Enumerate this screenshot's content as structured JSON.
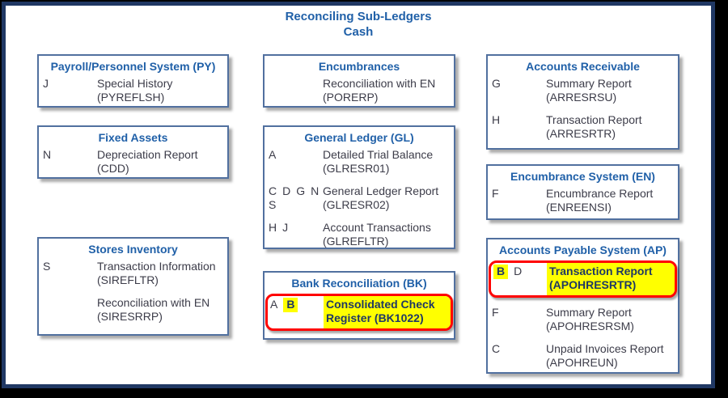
{
  "title": {
    "line1": "Reconciling Sub-Ledgers",
    "line2": "Cash"
  },
  "colors": {
    "frame": "#000000",
    "page_border": "#203864",
    "box_border": "#51709f",
    "header_text": "#2060a8",
    "title_text": "#2060a8",
    "item_text": "#3c3c49",
    "highlight_fill": "#ffff00",
    "highlight_border": "#ff0000",
    "highlight_text": "#1f3864"
  },
  "columns": [
    {
      "boxes": [
        {
          "id": "payroll",
          "header": "Payroll/Personnel System (PY)",
          "items": [
            {
              "letters": [
                {
                  "t": "J"
                }
              ],
              "line1": "Special History",
              "line2": "(PYREFLSH)"
            }
          ]
        },
        {
          "id": "fixed-assets",
          "header": "Fixed Assets",
          "items": [
            {
              "letters": [
                {
                  "t": "N"
                }
              ],
              "line1": "Depreciation Report",
              "line2": "(CDD)"
            }
          ]
        },
        {
          "id": "stores-inventory",
          "header": "Stores Inventory",
          "items": [
            {
              "letters": [
                {
                  "t": "S"
                }
              ],
              "line1": "Transaction Information",
              "line2": "(SIREFLTR)"
            },
            {
              "letters": [],
              "line1": "Reconciliation with EN",
              "line2": "(SIRESRRP)"
            }
          ]
        }
      ]
    },
    {
      "boxes": [
        {
          "id": "encumbrances",
          "header": "Encumbrances",
          "items": [
            {
              "letters": [],
              "line1": "Reconciliation with EN",
              "line2": "(PORERP)"
            }
          ]
        },
        {
          "id": "general-ledger",
          "header": "General Ledger (GL)",
          "items": [
            {
              "letters": [
                {
                  "t": "A"
                }
              ],
              "line1": "Detailed Trial Balance",
              "line2": "(GLRESR01)"
            },
            {
              "letters": [
                {
                  "t": "C"
                },
                {
                  "t": "D"
                },
                {
                  "t": "G"
                },
                {
                  "t": "N"
                },
                {
                  "br": true
                },
                {
                  "t": "S"
                }
              ],
              "line1": "General Ledger Report",
              "line2": "(GLRESR02)"
            },
            {
              "letters": [
                {
                  "t": "H"
                },
                {
                  "t": "J"
                }
              ],
              "line1": "Account Transactions",
              "line2": "(GLREFLTR)"
            }
          ]
        },
        {
          "id": "bank-reconciliation",
          "header": "Bank Reconciliation (BK)",
          "items": [
            {
              "highlighted": true,
              "letters": [
                {
                  "t": "A"
                },
                {
                  "t": "B",
                  "hl": true
                }
              ],
              "line1": "Consolidated Check",
              "line2": "Register (BK1022)"
            }
          ]
        }
      ]
    },
    {
      "boxes": [
        {
          "id": "accounts-receivable",
          "header": "Accounts Receivable",
          "items": [
            {
              "letters": [
                {
                  "t": "G"
                }
              ],
              "line1": "Summary Report",
              "line2": "(ARRESRSU)"
            },
            {
              "letters": [
                {
                  "t": "H"
                }
              ],
              "line1": "Transaction Report",
              "line2": "(ARRESRTR)"
            }
          ]
        },
        {
          "id": "encumbrance-system",
          "header": "Encumbrance System (EN)",
          "items": [
            {
              "letters": [
                {
                  "t": "F"
                }
              ],
              "line1": "Encumbrance Report",
              "line2": "(ENREENSI)"
            }
          ]
        },
        {
          "id": "accounts-payable",
          "header": "Accounts Payable System (AP)",
          "items": [
            {
              "highlighted": true,
              "letters": [
                {
                  "t": "B",
                  "hl": true
                },
                {
                  "t": "D"
                }
              ],
              "line1": "Transaction Report",
              "line2": "(APOHRESRTR)"
            },
            {
              "letters": [
                {
                  "t": "F"
                }
              ],
              "line1": "Summary Report",
              "line2": "(APOHRESRSM)"
            },
            {
              "letters": [
                {
                  "t": "C"
                }
              ],
              "line1": "Unpaid Invoices Report",
              "line2": "(APOHREUN)"
            }
          ]
        }
      ]
    }
  ]
}
